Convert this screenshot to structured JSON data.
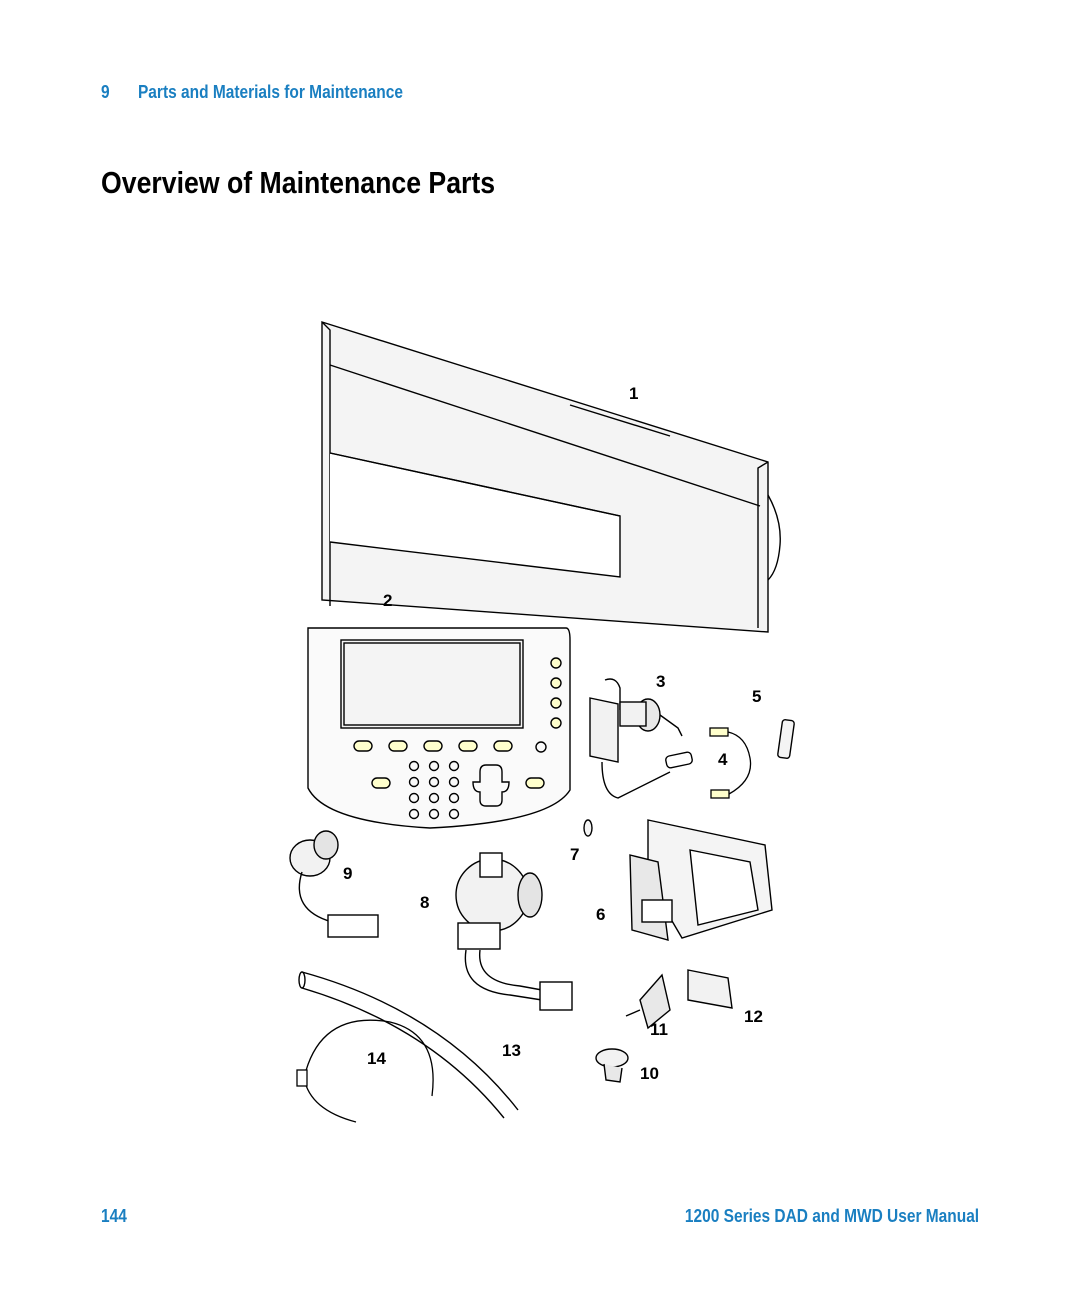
{
  "header": {
    "chapter_number": "9",
    "chapter_title": "Parts and Materials for Maintenance"
  },
  "page_title": "Overview of Maintenance Parts",
  "callouts": [
    "1",
    "2",
    "3",
    "4",
    "5",
    "6",
    "7",
    "8",
    "9",
    "10",
    "11",
    "12",
    "13",
    "14"
  ],
  "footer": {
    "page_number": "144",
    "manual_title": "1200 Series DAD and MWD User Manual"
  },
  "colors": {
    "accent": "#1a7fc1",
    "text": "#000000"
  }
}
